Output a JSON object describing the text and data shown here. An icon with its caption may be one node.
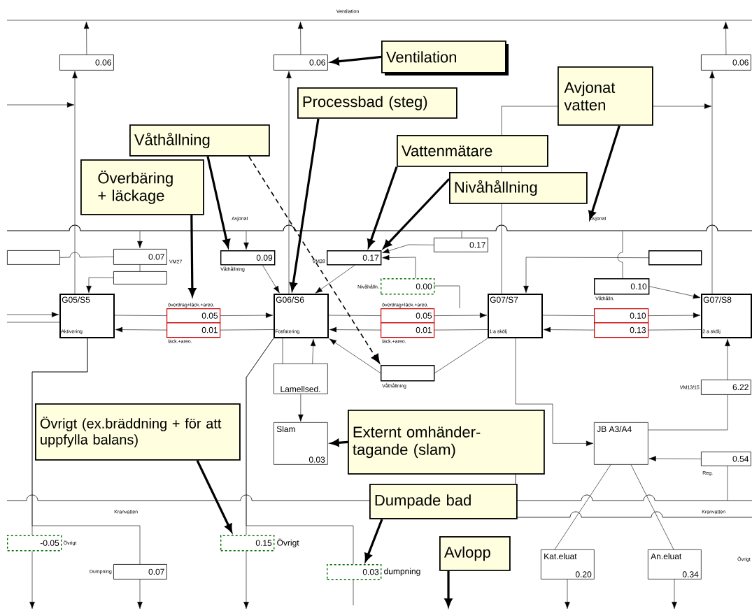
{
  "diagram": {
    "nodes": [
      {
        "text": [
          "G05/S5",
          "Aktivering"
        ]
      },
      {
        "text": [
          "G06/S6",
          "Fosfatering"
        ]
      },
      {
        "text": [
          "G07/S7",
          "1:a skölj"
        ]
      },
      {
        "text": [
          "G07/S8",
          "2:a skölj"
        ]
      },
      {
        "text": [
          "0.06"
        ]
      },
      {
        "text": [
          "0.06"
        ]
      },
      {
        "text": [
          "0.06"
        ]
      },
      {
        "text": [],
        "shape": "box"
      },
      {
        "text": [
          "0.07"
        ],
        "beside": [
          "VM27"
        ]
      },
      {
        "text": [],
        "shape": "box"
      },
      {
        "text": [
          "0.09"
        ],
        "beside": [
          "Våthållning"
        ]
      },
      {
        "text": [
          "0.17"
        ],
        "beside": [
          "VM28"
        ]
      },
      {
        "text": [
          "0.17"
        ]
      },
      {
        "text": [
          "0.00"
        ],
        "beside": [
          "Nivåhålln."
        ]
      },
      {
        "text": [],
        "shape": "box"
      },
      {
        "text": [
          "0.10"
        ],
        "beside": [
          "Våthålln."
        ]
      },
      {
        "text": [
          "0.05"
        ],
        "beside": [
          "överdrag+läck.+areo."
        ]
      },
      {
        "text": [
          "0.01"
        ],
        "beside": [
          "läck.+areo."
        ]
      },
      {
        "text": [
          "0.05"
        ],
        "beside": [
          "överdrag+läck.+areo."
        ]
      },
      {
        "text": [
          "0.01"
        ],
        "beside": [
          "läck.+areo."
        ]
      },
      {
        "text": [
          "0.10"
        ]
      },
      {
        "text": [
          "0.13"
        ]
      },
      {
        "text": [],
        "shape": "box",
        "beside": [
          "Våthållning"
        ]
      },
      {
        "text": [
          "Lamellsed."
        ]
      },
      {
        "text": [
          "Slam",
          "0.03"
        ]
      },
      {
        "text": [
          "JB A3/A4"
        ]
      },
      {
        "text": [
          "6.22"
        ],
        "beside": [
          "VM13/15"
        ]
      },
      {
        "text": [
          "0.54"
        ],
        "beside": [
          "Reg."
        ]
      },
      {
        "text": [
          "-0.05"
        ],
        "beside": [
          "Övrigt"
        ]
      },
      {
        "text": [
          "0.07"
        ],
        "beside": [
          "Dumpning"
        ]
      },
      {
        "text": [
          "0.15"
        ],
        "beside": [
          "Övrigt"
        ]
      },
      {
        "text": [
          "0.03"
        ],
        "beside": [
          "dumpning"
        ]
      },
      {
        "text": [
          "Kat.eluat",
          "0.20"
        ]
      },
      {
        "text": [
          "An.eluat",
          "0.34"
        ]
      },
      {
        "text": [
          "Ventilation"
        ]
      },
      {
        "text": [
          "Processbad (steg)"
        ]
      },
      {
        "text": [
          "Avjonat vatten"
        ]
      },
      {
        "text": [
          "Våthållning"
        ]
      },
      {
        "text": [
          "Vattenmätare"
        ]
      },
      {
        "text": [
          "Nivåhållning"
        ]
      },
      {
        "text": [
          "Överbäring + läckage"
        ]
      },
      {
        "text": [
          "Övrigt (ex.bräddning + för att uppfylla balans)"
        ]
      },
      {
        "text": [
          "Externt omhänder- tagande (slam)"
        ]
      },
      {
        "text": [
          "Dumpade bad"
        ]
      },
      {
        "text": [
          "Avlopp"
        ]
      },
      {
        "text": [
          "Avjonat"
        ]
      }
    ],
    "edges": [
      {
        "from": 34,
        "to": 5,
        "arrow": "to",
        "style": "thick"
      },
      {
        "from": 35,
        "to": 1,
        "arrow": "to",
        "style": "thick"
      },
      {
        "from": 36,
        "to": 45,
        "arrow": "to",
        "style": "thick"
      },
      {
        "from": 37,
        "to": 10,
        "arrow": "to",
        "style": "thick"
      },
      {
        "from": 37,
        "to": 22,
        "arrow": "to",
        "style": "dashed"
      },
      {
        "from": 38,
        "to": 11,
        "arrow": "to",
        "style": "thick"
      },
      {
        "from": 39,
        "to": 11,
        "arrow": "to",
        "style": "thick"
      },
      {
        "from": 40,
        "to": 16,
        "arrow": "to",
        "style": "thick"
      },
      {
        "from": 41,
        "to": 30,
        "arrow": "to",
        "style": "thick"
      },
      {
        "from": 42,
        "to": 24,
        "arrow": "to",
        "style": "thick"
      },
      {
        "from": 43,
        "to": 31,
        "arrow": "to",
        "style": "thick"
      },
      {
        "from": 44,
        "to": null,
        "arrow": "to",
        "style": "thick"
      },
      {
        "from": 0,
        "to": 4,
        "arrow": "to"
      },
      {
        "from": 1,
        "to": 5,
        "arrow": "to"
      },
      {
        "from": 3,
        "to": 6,
        "arrow": "to"
      },
      {
        "from": 4,
        "to": null,
        "arrow": "to"
      },
      {
        "from": 5,
        "to": null,
        "arrow": "to"
      },
      {
        "from": 6,
        "to": null,
        "arrow": "to"
      },
      {
        "from": null,
        "to": 0,
        "arrow": "to"
      },
      {
        "from": 0,
        "to": null,
        "arrow": "none"
      },
      {
        "from": 0,
        "to": 16,
        "arrow": "none"
      },
      {
        "from": 16,
        "to": 1,
        "arrow": "to"
      },
      {
        "from": 1,
        "to": 17,
        "arrow": "none"
      },
      {
        "from": 17,
        "to": 0,
        "arrow": "to"
      },
      {
        "from": 1,
        "to": 18,
        "arrow": "none"
      },
      {
        "from": 18,
        "to": 2,
        "arrow": "to"
      },
      {
        "from": 2,
        "to": 19,
        "arrow": "none"
      },
      {
        "from": 19,
        "to": 1,
        "arrow": "to"
      },
      {
        "from": 2,
        "to": 20,
        "arrow": "none"
      },
      {
        "from": 20,
        "to": 3,
        "arrow": "to"
      },
      {
        "from": 3,
        "to": 21,
        "arrow": "none"
      },
      {
        "from": 21,
        "to": 2,
        "arrow": "to"
      },
      {
        "from": 7,
        "to": 8,
        "arrow": "none"
      },
      {
        "from": 8,
        "to": 9,
        "arrow": "none"
      },
      {
        "from": 9,
        "to": 0,
        "arrow": "to"
      },
      {
        "from": 10,
        "to": 1,
        "arrow": "to"
      },
      {
        "from": 11,
        "to": 1,
        "arrow": "to"
      },
      {
        "from": 12,
        "to": 11,
        "arrow": "to"
      },
      {
        "from": 13,
        "to": 11,
        "arrow": "to"
      },
      {
        "from": 15,
        "to": 3,
        "arrow": "to"
      },
      {
        "from": 14,
        "to": 2,
        "arrow": "to"
      },
      {
        "from": 22,
        "to": 1,
        "arrow": "to"
      },
      {
        "from": 2,
        "to": 22,
        "arrow": "none"
      },
      {
        "from": 1,
        "to": 23,
        "arrow": "none"
      },
      {
        "from": 23,
        "to": 1,
        "arrow": "to"
      },
      {
        "from": 23,
        "to": 24,
        "arrow": "to"
      },
      {
        "from": 2,
        "to": 25,
        "arrow": "to"
      },
      {
        "from": 25,
        "to": 26,
        "arrow": "none"
      },
      {
        "from": 26,
        "to": 3,
        "arrow": "to"
      },
      {
        "from": 27,
        "to": 25,
        "arrow": "to"
      },
      {
        "from": 25,
        "to": 32,
        "arrow": "none"
      },
      {
        "from": 25,
        "to": 33,
        "arrow": "none"
      },
      {
        "from": 32,
        "to": null,
        "arrow": "to"
      },
      {
        "from": 33,
        "to": null,
        "arrow": "to"
      },
      {
        "from": 0,
        "to": 28,
        "arrow": "none"
      },
      {
        "from": 28,
        "to": null,
        "arrow": "to"
      },
      {
        "from": 29,
        "to": null,
        "arrow": "to"
      },
      {
        "from": 1,
        "to": 30,
        "arrow": "none"
      },
      {
        "from": 30,
        "to": null,
        "arrow": "to"
      },
      {
        "from": 31,
        "to": null,
        "arrow": "none"
      },
      {
        "from": null,
        "to": 8,
        "arrow": "to"
      },
      {
        "from": null,
        "to": 10,
        "arrow": "to"
      },
      {
        "from": null,
        "to": 12,
        "arrow": "none"
      },
      {
        "from": null,
        "to": 15,
        "arrow": "none"
      },
      {
        "from": 0,
        "to": 29,
        "arrow": "none"
      },
      {
        "from": 1,
        "to": 31,
        "arrow": "none"
      }
    ],
    "labels": [
      "Ventilation",
      "Avjonat",
      "Kranvatten",
      "Kranvatten",
      "Övrigt"
    ]
  }
}
